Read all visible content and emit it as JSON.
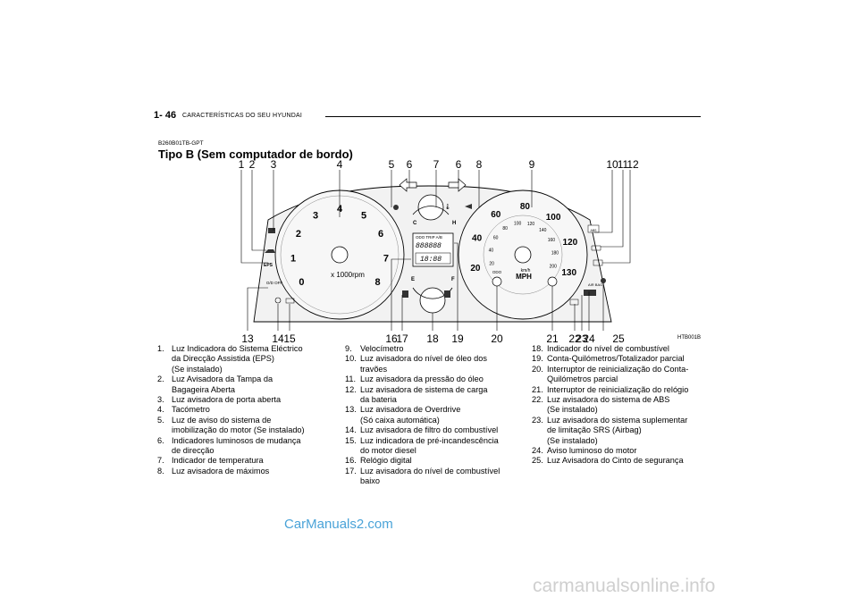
{
  "header": {
    "page_number": "1- 46",
    "section": "CARACTERÍSTICAS DO SEU HYUNDAI"
  },
  "doc_code": "B260B01TB-GPT",
  "title": "Tipo B (Sem computador de bordo)",
  "figure_code": "HTB001B",
  "callouts": {
    "top": [
      "1",
      "2",
      "3",
      "4",
      "5",
      "6",
      "7",
      "6",
      "8",
      "9",
      "10",
      "11",
      "12"
    ],
    "bottom": [
      "13",
      "14",
      "15",
      "16",
      "17",
      "18",
      "19",
      "20",
      "21",
      "22",
      "23",
      "24",
      "25"
    ]
  },
  "gauge_text": {
    "tach_numbers": [
      "0",
      "1",
      "2",
      "3",
      "4",
      "5",
      "6",
      "7",
      "8"
    ],
    "tach_unit": "x 1000rpm",
    "speed_kmh": [
      "20",
      "40",
      "60",
      "80",
      "100",
      "120",
      "130"
    ],
    "speed_mph": [
      "20",
      "40",
      "60",
      "80",
      "100",
      "120",
      "140",
      "160",
      "180",
      "200"
    ],
    "speed_unit_kmh": "km/h",
    "speed_unit_mph": "MPH",
    "odo_label": "ODO",
    "odo_trip_label": "ODO TRIP A/B",
    "odo_digits": "888888",
    "clock_digits": "18:88",
    "temp_cold": "C",
    "temp_hot": "H",
    "fuel_empty": "E",
    "fuel_full": "F",
    "eps_label": "EPS",
    "od_off_label": "O/D OFF",
    "airbag_label": "AIR BAG",
    "abs_label": "ABS"
  },
  "col1": [
    {
      "n": "1.",
      "lines": [
        "Luz Indicadora do Sistema Eléctrico",
        "da Direcção Assistida (EPS)",
        "(Se instalado)"
      ]
    },
    {
      "n": "2.",
      "lines": [
        "Luz Avisadora da Tampa da",
        "Bagageira Aberta"
      ]
    },
    {
      "n": "3.",
      "lines": [
        "Luz avisadora de porta aberta"
      ]
    },
    {
      "n": "4.",
      "lines": [
        "Tacómetro"
      ]
    },
    {
      "n": "5.",
      "lines": [
        "Luz de aviso do sistema de",
        "imobilização do motor (Se instalado)"
      ]
    },
    {
      "n": "6.",
      "lines": [
        "Indicadores luminosos de mudança",
        "de direcção"
      ]
    },
    {
      "n": "7.",
      "lines": [
        "Indicador de temperatura"
      ]
    },
    {
      "n": "8.",
      "lines": [
        "Luz avisadora de máximos"
      ]
    }
  ],
  "col2": [
    {
      "n": "9.",
      "lines": [
        "Velocímetro"
      ]
    },
    {
      "n": "10.",
      "lines": [
        "Luz avisadora do nível de óleo dos",
        "travões"
      ]
    },
    {
      "n": "11.",
      "lines": [
        "Luz avisadora da pressão do óleo"
      ]
    },
    {
      "n": "12.",
      "lines": [
        "Luz avisadora de sistema de carga",
        "da bateria"
      ]
    },
    {
      "n": "13.",
      "lines": [
        "Luz avisadora de Overdrive",
        "(Só caixa automática)"
      ]
    },
    {
      "n": "14.",
      "lines": [
        "Luz avisadora de filtro do combustível"
      ]
    },
    {
      "n": "15.",
      "lines": [
        "Luz indicadora de pré-incandescência",
        "do motor diesel"
      ]
    },
    {
      "n": "16.",
      "lines": [
        "Relógio digital"
      ]
    },
    {
      "n": "17.",
      "lines": [
        "Luz avisadora do nível de combustível",
        "baixo"
      ]
    }
  ],
  "col3": [
    {
      "n": "18.",
      "lines": [
        "Indicador do nível de combustível"
      ]
    },
    {
      "n": "19.",
      "lines": [
        "Conta-Quilómetros/Totalizador parcial"
      ]
    },
    {
      "n": "20.",
      "lines": [
        "Interruptor de reinicialização do Conta-",
        "Quilómetros parcial"
      ]
    },
    {
      "n": "21.",
      "lines": [
        "Interruptor de reinicialização do relógio"
      ]
    },
    {
      "n": "22.",
      "lines": [
        "Luz avisadora do sistema de ABS",
        "(Se instalado)"
      ]
    },
    {
      "n": "23.",
      "lines": [
        "Luz avisadora do sistema suplementar",
        "de limitação SRS (Airbag)",
        "(Se instalado)"
      ]
    },
    {
      "n": "24.",
      "lines": [
        "Aviso luminoso do motor"
      ]
    },
    {
      "n": "25.",
      "lines": [
        "Luz Avisadora do Cinto de segurança"
      ]
    }
  ],
  "watermarks": {
    "left": "CarManuals2.com",
    "right": "carmanualsonline.info"
  }
}
